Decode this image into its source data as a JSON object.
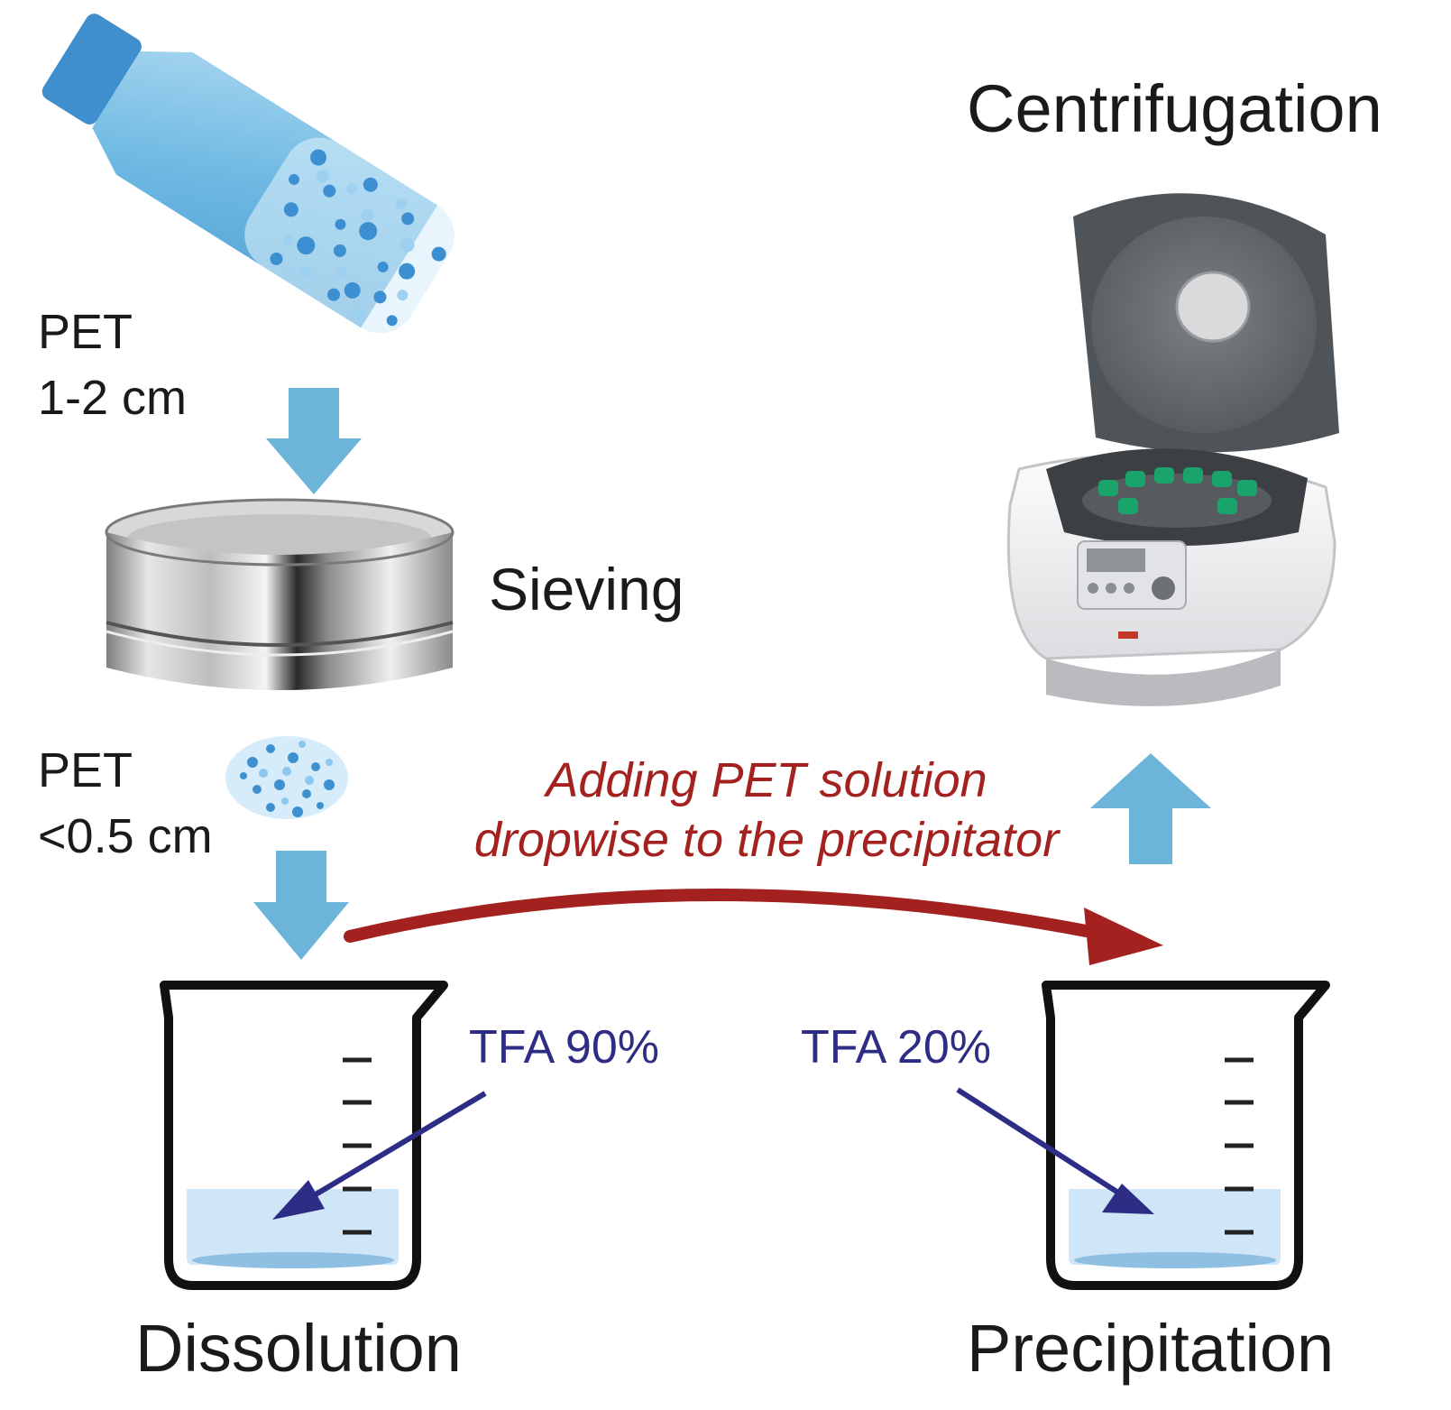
{
  "steps": {
    "centrifugation": "Centrifugation",
    "sieving": "Sieving",
    "dissolution": "Dissolution",
    "precipitation": "Precipitation"
  },
  "pet_large": {
    "line1": "PET",
    "line2": "1-2 cm"
  },
  "pet_small": {
    "line1": "PET",
    "line2": "<0.5 cm"
  },
  "transfer": {
    "line1": "Adding PET solution",
    "line2": "dropwise to the precipitator"
  },
  "beakers": {
    "dissolution_solvent": "TFA 90%",
    "precipitation_solvent": "TFA 20%"
  },
  "colors": {
    "flow_arrow": "#6cb4d9",
    "transfer_arrow": "#a3211e",
    "solvent_arrow": "#2e2d86",
    "liquid": "#cfe6f8"
  },
  "icons": [
    "pet-bottle-icon",
    "sieve-icon",
    "pet-flakes-icon",
    "centrifuge-icon",
    "beaker-icon"
  ]
}
